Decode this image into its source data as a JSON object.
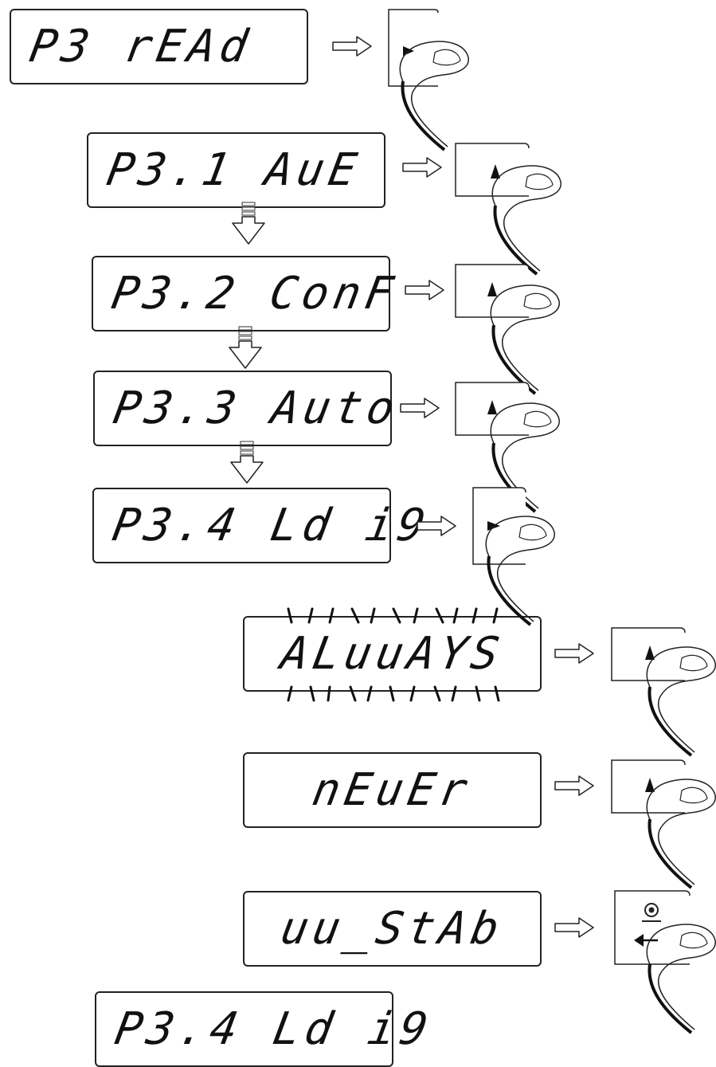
{
  "displays": {
    "d1": "P3 rEAd",
    "d2": "P3.1 AuE",
    "d3": "P3.2 ConF",
    "d4": "P3.3 Auto",
    "d5": "P3.4 Ld i9",
    "d6": "ALuuAYS",
    "d7": "nEuEr",
    "d8": "uu_StAb",
    "d9": "P3.4 Ld i9"
  },
  "key_icons": {
    "right": "arrow-right-key-icon",
    "up": "arrow-up-key-icon",
    "enter": "enter-key-icon"
  },
  "colors": {
    "ink": "#111111",
    "background": "#ffffff"
  }
}
